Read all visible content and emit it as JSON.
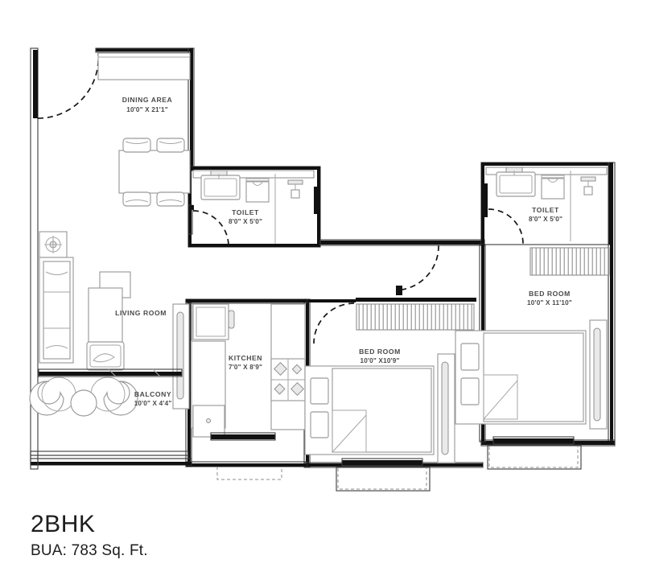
{
  "plan": {
    "title": "2BHK",
    "subtitle": "BUA: 783 Sq. Ft.",
    "unit_type": "2BHK",
    "built_up_area": "783 Sq. Ft.",
    "rooms": [
      {
        "id": "dining",
        "name": "DINING AREA",
        "dimensions": "10'0\" X 21'1\""
      },
      {
        "id": "toilet1",
        "name": "TOILET",
        "dimensions": "8'0\" X 5'0\""
      },
      {
        "id": "toilet2",
        "name": "TOILET",
        "dimensions": "8'0\" X 5'0\""
      },
      {
        "id": "living",
        "name": "LIVING ROOM",
        "dimensions": ""
      },
      {
        "id": "balcony",
        "name": "BALCONY",
        "dimensions": "10'0\" X 4'4\""
      },
      {
        "id": "kitchen",
        "name": "KITCHEN",
        "dimensions": "7'0\" X 8'9\""
      },
      {
        "id": "bedroom1",
        "name": "BED ROOM",
        "dimensions": "10'0\" X 11'10\""
      },
      {
        "id": "bedroom2",
        "name": "BED ROOM",
        "dimensions": "10'0\" X10'9\""
      }
    ],
    "colors": {
      "wall": "#141414",
      "furniture_outline": "#9a9a9a",
      "label_text": "#4a4a4a",
      "caption_text": "#1d1d1d",
      "background": "#ffffff"
    }
  }
}
